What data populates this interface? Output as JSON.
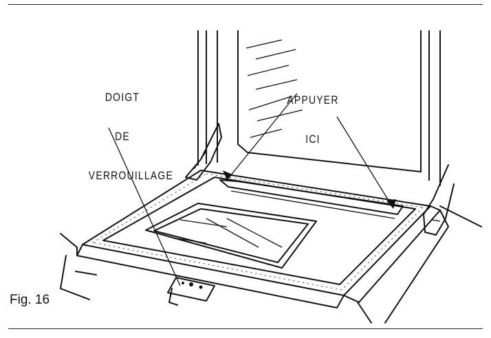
{
  "figure": {
    "label": "Fig. 16",
    "callouts": {
      "lock_finger": [
        "DOIGT",
        "DE",
        "VERROUILLAGE"
      ],
      "press_here": [
        "APPUYER",
        "ICI"
      ]
    }
  },
  "colors": {
    "ink": "#111111",
    "paper": "#ffffff"
  }
}
